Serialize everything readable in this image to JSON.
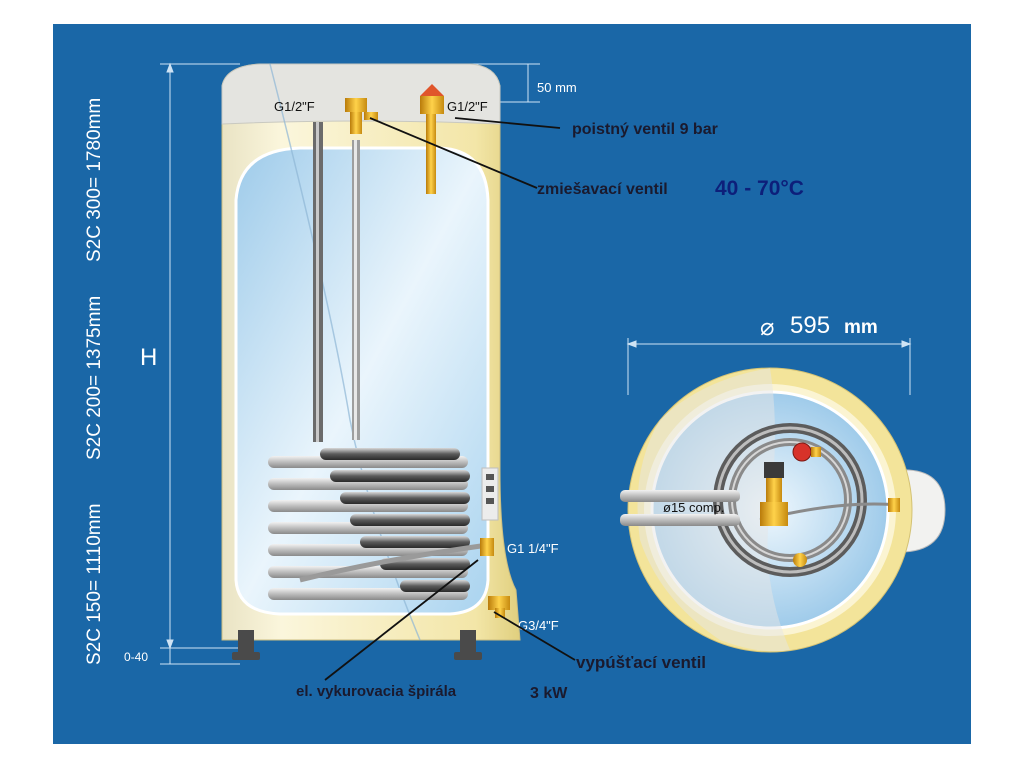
{
  "capacity_labels": [
    "S2C 300= 1780mm",
    "S2C 200= 1375mm",
    "S2C 150= 1110mm"
  ],
  "height_symbol": "H",
  "feet_dim": "0-40",
  "top_dim": "50 mm",
  "fittings": {
    "g12_left": "G1/2\"F",
    "g12_right": "G1/2\"F",
    "g114": "G1 1/4\"F",
    "g34": "G3/4\"F",
    "comp15": "ø15 comp."
  },
  "callouts": {
    "safety_valve": "poistný ventil 9 bar",
    "mixing_valve": "zmiešavací ventil",
    "mixing_range": "40 - 70°C",
    "drain_valve": "vypúšťací ventil",
    "heating_coil": "el. vykurovacia špirála",
    "heating_power": "3 kW"
  },
  "diameter": {
    "symbol": "⌀",
    "value": "595",
    "unit": "mm"
  },
  "colors": {
    "background": "#1a67a7",
    "tank_insulation": "#f0e6b4",
    "tank_inner": "#bcdcf2",
    "callout_text": "#1a1a2e",
    "range_text": "#0d1f7a",
    "valve_brass": "#e8a515"
  }
}
